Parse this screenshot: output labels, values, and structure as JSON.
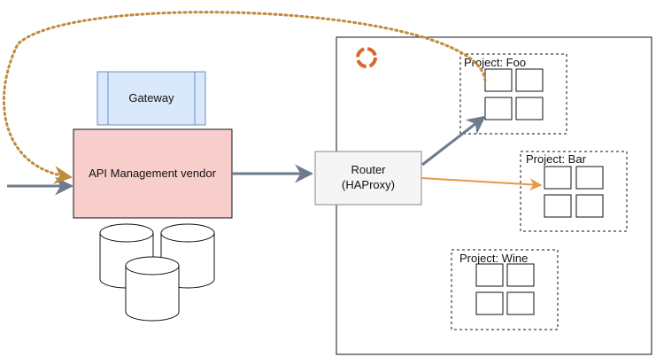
{
  "colors": {
    "gateway_fill": "#dae8fc",
    "gateway_stroke": "#6c8ebf",
    "vendor_fill": "#f8cecc",
    "vendor_stroke": "#111111",
    "router_fill": "#f5f5f5",
    "router_stroke": "#888888",
    "arrow_gray": "#6d7b8c",
    "arrow_orange": "#e8964b",
    "dotted_arrow": "#c08b3c",
    "openshift_logo": "#d9662b"
  },
  "gateway": {
    "label": "Gateway"
  },
  "vendor": {
    "label": "API Management vendor"
  },
  "router": {
    "line1": "Router",
    "line2": "(HAProxy)"
  },
  "cluster": {
    "logo_icon": "openshift-logo-icon"
  },
  "projects": [
    {
      "label": "Project: Foo"
    },
    {
      "label": "Project: Bar"
    },
    {
      "label": "Project: Wine"
    }
  ]
}
